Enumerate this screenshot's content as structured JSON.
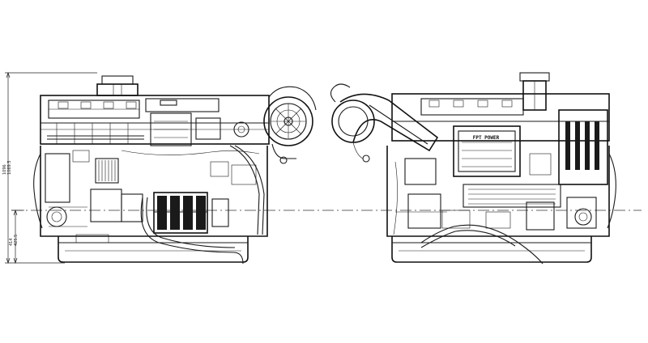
{
  "dimensions": {
    "overall_height_primary": "1096",
    "overall_height_secondary": "1069.5",
    "lower_height_primary": "414",
    "lower_height_secondary": "425.5"
  },
  "right_view": {
    "nameplate_text": "FPT POWER"
  },
  "colors": {
    "line": "#1a1a1a",
    "background": "#ffffff"
  }
}
